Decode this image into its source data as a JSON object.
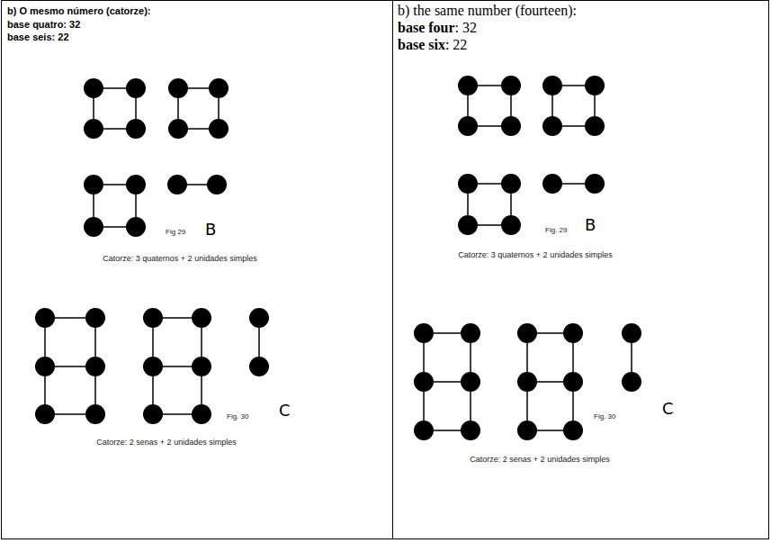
{
  "diagram": {
    "labels": [
      "b) O mesmo número (catorze):",
      "base quatro",
      ": 32",
      "base seis",
      ": 22",
      "Fig 29",
      "B",
      "Catorze: 3 quaternos + 2 unidades simples",
      "Fig. 30",
      "C",
      "Catorze: 2 senas + 2 unidades simples",
      "b) the same number (fourteen):",
      "base four",
      ": 32",
      "base six",
      ": 22",
      "Fig. 29",
      "B",
      "Catorze: 3 quaternos + 2 unidades simples",
      "Fig. 30",
      "C",
      "Catorze: 2 senas + 2 unidades simples"
    ]
  }
}
